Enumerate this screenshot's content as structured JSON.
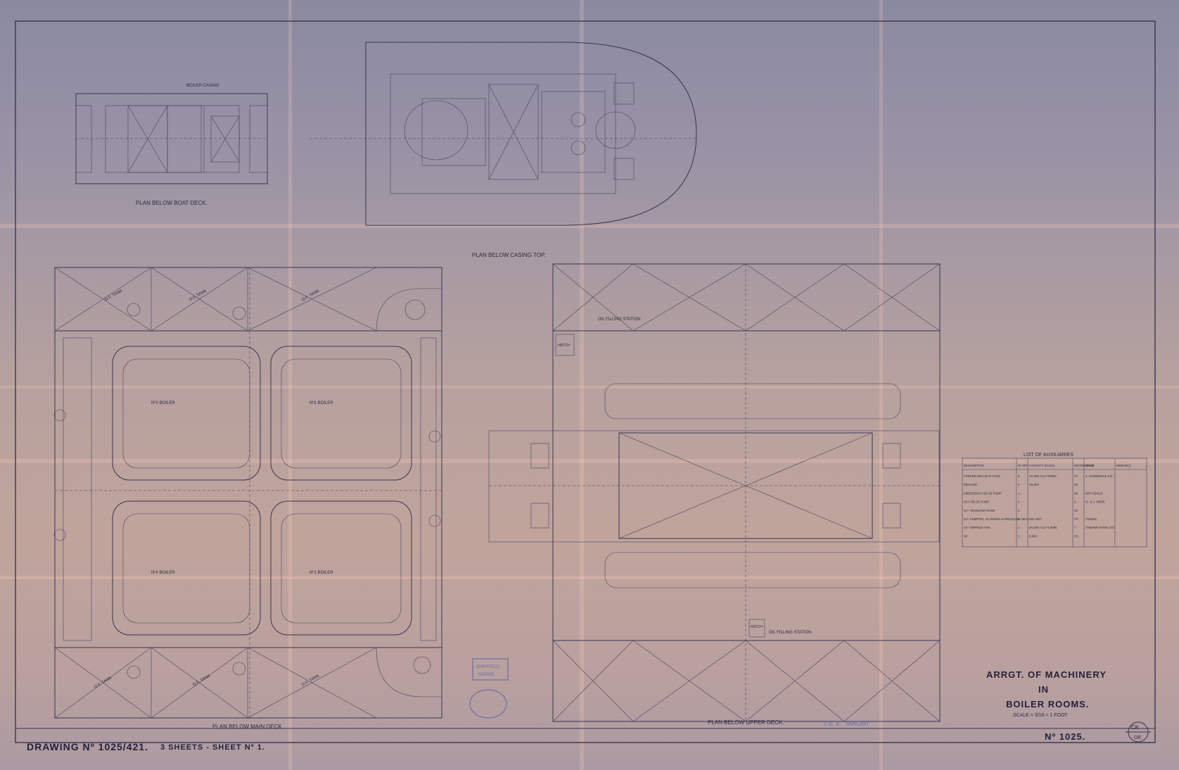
{
  "top_plans": {
    "boat_deck": {
      "title": "PLAN BELOW BOAT DECK.",
      "boiler_casing": "BOILER CASING"
    },
    "casing_top": {
      "title": "PLAN BELOW CASING TOP."
    }
  },
  "main_deck": {
    "title": "PLAN BELOW MAIN DECK.",
    "boilers": [
      "Nº3 BOILER",
      "Nº2 BOILER",
      "Nº4 BOILER",
      "Nº1 BOILER"
    ],
    "oil_fuel_tank_label": "O.F. TANK"
  },
  "upper_deck": {
    "title": "PLAN BELOW UPPER DECK.",
    "oil_filling_station": "OIL FILLING STATION",
    "hatch": "HATCH",
    "ships_name": "T.E.V. \"MAORI\""
  },
  "auxiliaries": {
    "title": "LIST OF AUXILIARIES",
    "columns": [
      "DESCRIPTION",
      "Nº OFF",
      "CAPACITY (EACH)",
      "MOTOR B.H.P.",
      "FROM",
      "REMARKS"
    ],
    "rows": [
      [
        "FORCED DRAUGHT FANS",
        "4",
        "12,000 CU.FT/MIN",
        "27",
        "J. HOWDEN & CO.",
        ""
      ],
      [
        "INDUCED",
        "4",
        "18,000",
        "18",
        "",
        ""
      ],
      [
        "EMERGENCY BILGE PUMP",
        "1",
        "",
        "28",
        "DRYSDALE",
        ""
      ],
      [
        "OILY BILGE PUMP",
        "1",
        "",
        "2",
        "G. & J. WEIR",
        ""
      ],
      [
        "O.F. TRANSFER PUMP",
        "1",
        "",
        "10",
        "",
        ""
      ],
      [
        "O.F. PUMPING, FILTERING & PRESSURE HEATING UNIT",
        "2",
        "",
        "7½",
        "TODDS",
        ""
      ],
      [
        "44\" TORPEDO FAN",
        "2",
        "20,000 CU.FT./MIN",
        "7",
        "THERMOTANK LTD",
        ""
      ],
      [
        "36\"",
        "2",
        "8,000",
        "2½",
        "",
        ""
      ]
    ]
  },
  "title_block": {
    "title_line1": "ARRGT. OF MACHINERY",
    "title_line2": "IN",
    "title_line3": "BOILER ROOMS.",
    "scale": "SCALE = 3/16 = 1 FOOT",
    "number": "Nº 1025.",
    "checked": "CK",
    "drawn": "DR"
  },
  "footer": {
    "drawing_no": "DRAWING Nº 1025/421.",
    "sheets": "3 SHEETS - SHEET Nº 1."
  },
  "stamps": {
    "rect_stamp_line1": "SHEFFIELD",
    "rect_stamp_line2": "MARINE"
  }
}
